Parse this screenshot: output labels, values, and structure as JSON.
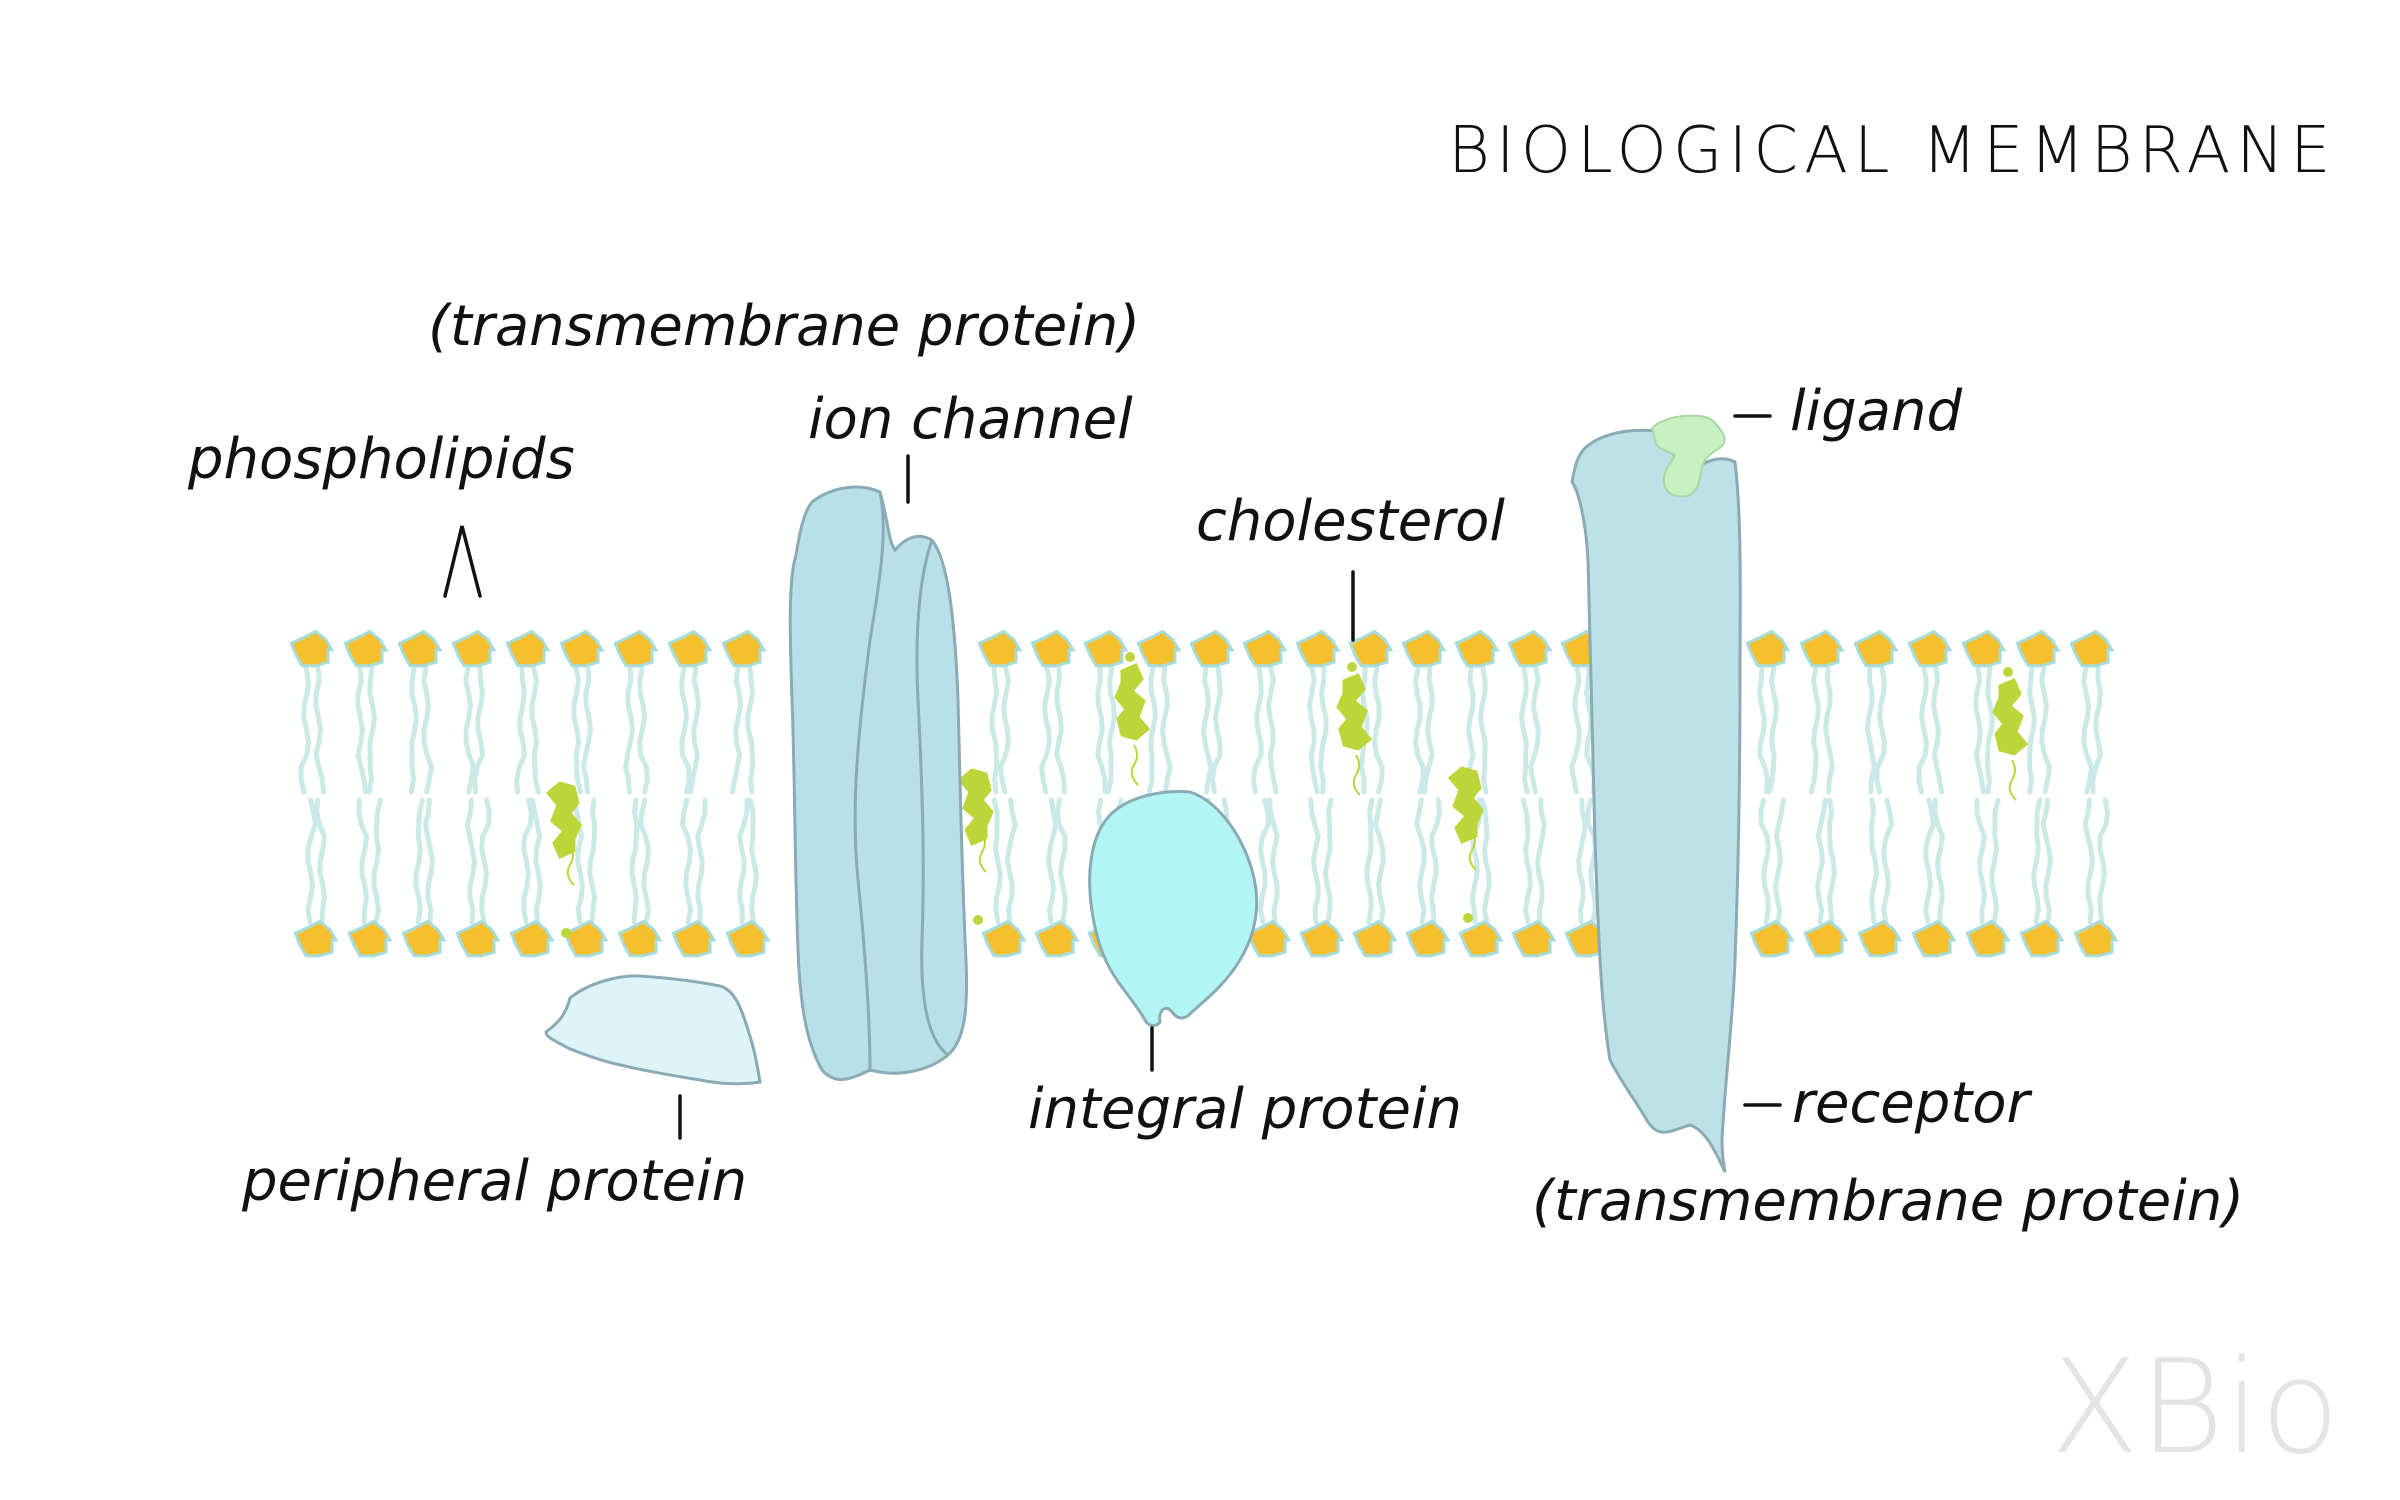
{
  "title": "BIOLOGICAL MEMBRANE",
  "labels": {
    "transmembrane_top": "(transmembrane protein)",
    "ion_channel": "ion channel",
    "phospholipids": "phospholipids",
    "cholesterol": "cholesterol",
    "ligand": "ligand",
    "peripheral_protein": "peripheral protein",
    "integral_protein": "integral protein",
    "receptor": "receptor",
    "transmembrane_bottom": "(transmembrane protein)"
  },
  "watermark": "XBio",
  "colors": {
    "head": "#f5bf2e",
    "head_outline": "#a6dcdb",
    "tail": "#cbe9e7",
    "cholesterol": "#bcd63a",
    "ion_channel": "#b9dfe9",
    "receptor": "#bde0e9",
    "integral_protein": "#b2f5f5",
    "peripheral_protein": "#dff4f8",
    "ligand": "#c7f1c2",
    "protein_outline": "#8aaab4"
  }
}
